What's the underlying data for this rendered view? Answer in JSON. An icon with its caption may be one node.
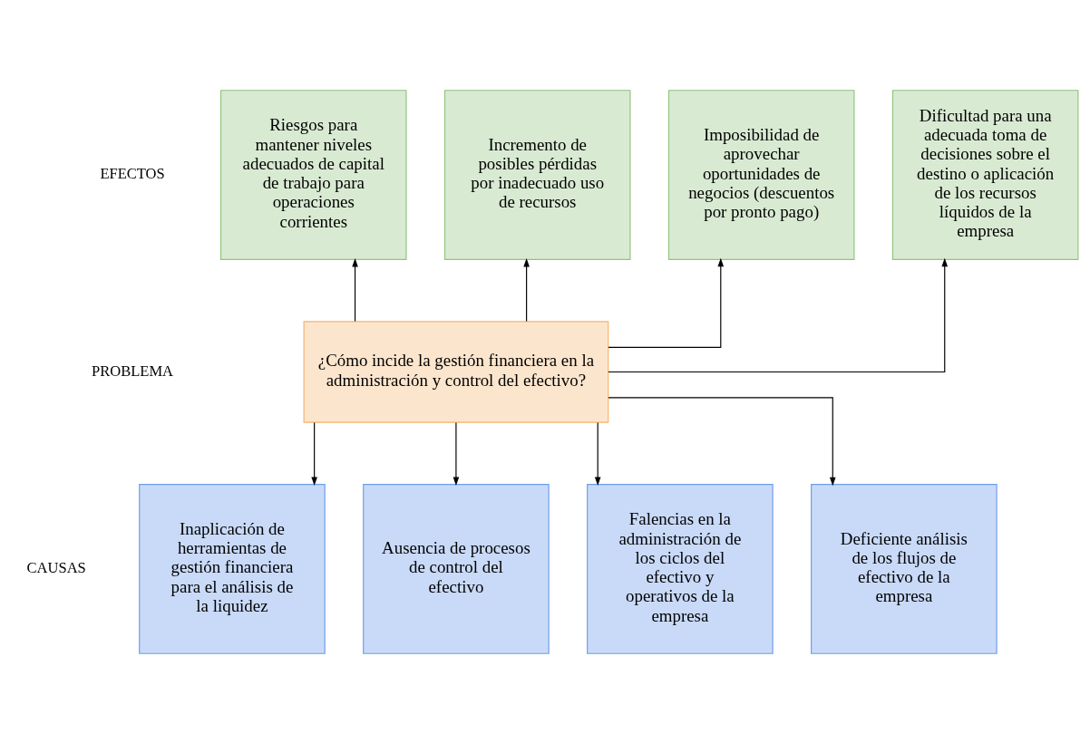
{
  "diagram": {
    "nodes": [
      {
        "text": [
          "Riesgos para mantener niveles adecuados de capital de trabajo para operaciones corrientes"
        ]
      },
      {
        "text": [
          "Incremento de posibles pérdidas por inadecuado uso de recursos"
        ]
      },
      {
        "text": [
          "Imposibilidad de aprovechar oportunidades de negocios (descuentos por pronto pago)"
        ]
      },
      {
        "text": [
          "Dificultad para una adecuada toma de decisiones sobre el destino o aplicación de los recursos líquidos de la empresa"
        ]
      },
      {
        "text": [
          "¿Cómo incide la gestión financiera en la administración y control del efectivo?"
        ]
      },
      {
        "text": [
          "Inaplicación de herramientas de gestión financiera para el análisis de la liquidez"
        ]
      },
      {
        "text": [
          "Ausencia de procesos de control del efectivo"
        ]
      },
      {
        "text": [
          "Falencias en la administración de los ciclos del efectivo y operativos de la empresa"
        ]
      },
      {
        "text": [
          "Deficiente análisis de los flujos de efectivo de la empresa"
        ]
      }
    ],
    "edges": [
      {
        "from": 4,
        "to": 0,
        "arrow": "to"
      },
      {
        "from": 4,
        "to": 1,
        "arrow": "to"
      },
      {
        "from": 4,
        "to": 2,
        "arrow": "to"
      },
      {
        "from": 4,
        "to": 3,
        "arrow": "to"
      },
      {
        "from": 4,
        "to": 5,
        "arrow": "to"
      },
      {
        "from": 4,
        "to": 6,
        "arrow": "to"
      },
      {
        "from": 4,
        "to": 7,
        "arrow": "to"
      },
      {
        "from": 4,
        "to": 8,
        "arrow": "to"
      }
    ],
    "labels": [
      "EFECTOS",
      "PROBLEMA",
      "CAUSAS"
    ]
  }
}
